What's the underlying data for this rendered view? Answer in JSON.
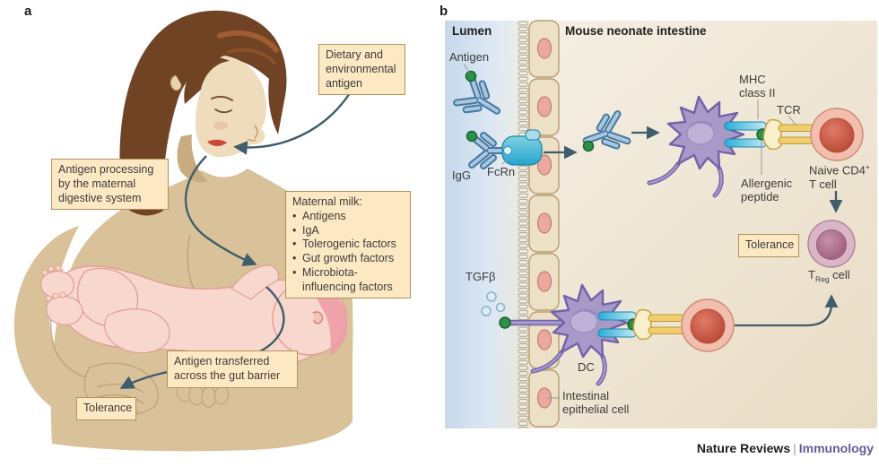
{
  "figure": {
    "panel_a_label": "a",
    "panel_b_label": "b"
  },
  "colors": {
    "arrow": "#3f5d6c",
    "label_box_fill": "#fce9c4",
    "label_box_border": "#b29259",
    "journal_purple": "#645a9e",
    "antigen_green": "#2e9147",
    "mhc_cyan": "#35b5d9",
    "tcr_yellow": "#f0cd6e",
    "dc_purple": "#a79ac9",
    "t_cell_red": "#c94f41",
    "treg_pink": "#b06c85",
    "epithelial_cell_fill": "#ece0c6",
    "lumen_blue": "#c6d8eb"
  },
  "panel_a": {
    "dietary_box": "Dietary and environmental antigen",
    "processing_box": "Antigen processing by the maternal digestive system",
    "milk": {
      "title": "Maternal milk:",
      "bullet": "•",
      "items": [
        "Antigens",
        "IgA",
        "Tolerogenic factors",
        "Gut growth factors",
        "Microbiota-influencing factors"
      ]
    },
    "transferred_box": "Antigen transferred across the gut barrier",
    "tolerance_box": "Tolerance"
  },
  "panel_b": {
    "lumen_label": "Lumen",
    "intestine_label": "Mouse neonate intestine",
    "antigen_label": "Antigen",
    "igg_label": "IgG",
    "fcrn_label": "FcRn",
    "tgfb_label": "TGFβ",
    "mhc_label": "MHC class II",
    "tcr_label": "TCR",
    "allergenic_label": "Allergenic peptide",
    "naive": {
      "pre": "Naive CD4",
      "sup": "+",
      "line2": "T cell"
    },
    "tolerance_label": "Tolerance",
    "treg": {
      "pre": "T",
      "sub": "Reg",
      "post": " cell"
    },
    "dc_label": "DC",
    "iec_label": "Intestinal epithelial cell"
  },
  "footer": {
    "brand": "Nature Reviews",
    "separator": "|",
    "journal": "Immunology"
  }
}
